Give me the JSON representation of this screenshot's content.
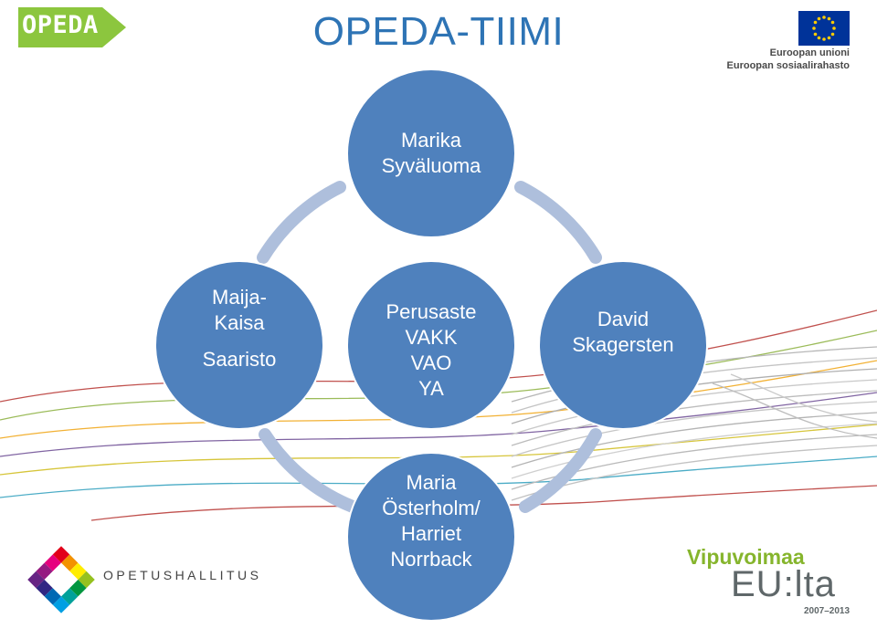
{
  "header": {
    "title": "OPEDA-TIIMI",
    "logo_text": "OPEDA",
    "eu_line1": "Euroopan unioni",
    "eu_line2": "Euroopan sosiaalirahasto"
  },
  "diagram": {
    "circles": [
      {
        "id": "top",
        "lines": [
          "Marika",
          "Syväluoma"
        ]
      },
      {
        "id": "left",
        "lines": [
          "Maija-",
          "Kaisa",
          "Saaristo"
        ]
      },
      {
        "id": "center",
        "lines": [
          "Perusaste",
          "VAKK",
          "VAO",
          "YA"
        ]
      },
      {
        "id": "right",
        "lines": [
          "David",
          "Skagersten"
        ]
      },
      {
        "id": "bottom",
        "lines": [
          "Maria",
          "Österholm/",
          "Harriet",
          "Norrback"
        ]
      }
    ]
  },
  "footer": {
    "oph_text": "OPETUSHALLITUS",
    "vip_line1": "Vipuvoimaa",
    "vip_line2": "EU:lta",
    "vip_years": "2007–2013"
  },
  "colors": {
    "title": "#2e74b5",
    "circle": "#4f81bd",
    "connector": "#aebfdc",
    "opeda_green": "#8cc63e",
    "eu_blue": "#003399",
    "eu_star": "#ffcc00"
  }
}
